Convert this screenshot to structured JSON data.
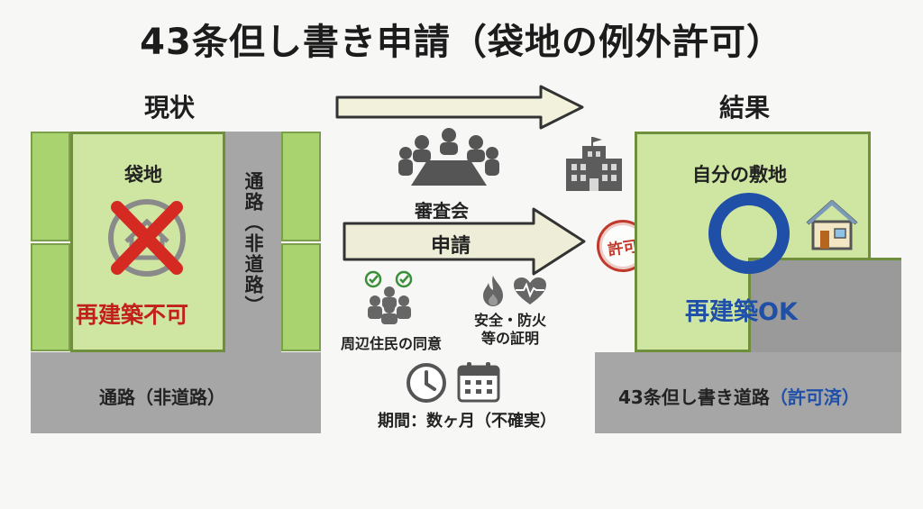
{
  "title": "43条但し書き申請（袋地の例外許可）",
  "current": {
    "label": "現状",
    "landlocked_label": "袋地",
    "status": "再建築不可",
    "side_road_label": "通路（非道路）",
    "bottom_road_label": "通路（非道路）"
  },
  "process": {
    "committee_label": "審査会",
    "application_label": "申請",
    "stamp_label": "許可",
    "consent_label": "周辺住民の同意",
    "safety_label": "安全・防火\n等の証明",
    "period_label": "期間：数ヶ月（不確実）"
  },
  "result": {
    "label": "結果",
    "own_lot_label": "自分の敷地",
    "status": "再建築OK",
    "road_label": "43条但し書き道路",
    "road_note": "（許可済）"
  },
  "colors": {
    "grass": "#a8d36f",
    "lot": "#cfe6a2",
    "road": "#a6a6a6",
    "ng_red": "#c4201b",
    "ok_blue": "#1f4fa7",
    "stamp_red": "#c0392b"
  },
  "icons": [
    "meeting-icon",
    "building-icon",
    "consent-icon",
    "fire-icon",
    "heart-icon",
    "clock-icon",
    "calendar-icon",
    "house-icon",
    "x-mark-icon",
    "circle-ok-icon"
  ]
}
